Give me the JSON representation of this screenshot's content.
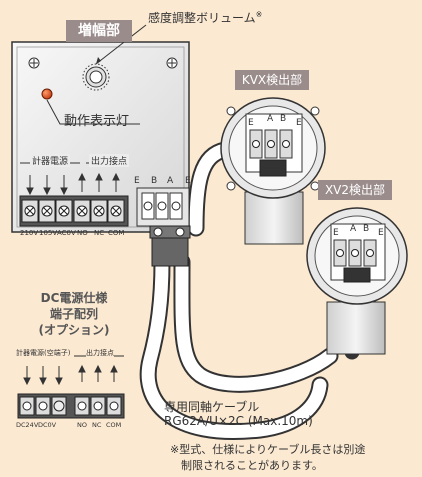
{
  "labels": {
    "amplifier": "増幅部",
    "sensitivity_volume": "感度調整ボリューム",
    "sensitivity_mark": "※",
    "operation_lamp": "動作表示灯",
    "instrument_power": "計器電源",
    "output_contact": "出力接点",
    "terminals_ac": [
      "210V",
      "105V",
      "AC0V",
      "NO",
      "NC",
      "COM"
    ],
    "amp_block_terminals": [
      "E",
      "B",
      "A",
      "E"
    ],
    "kvx_detector": "KVX検出部",
    "kvx_terminals": [
      "E",
      "A",
      "B",
      "E"
    ],
    "xv2_detector": "XV2検出部",
    "xv2_terminals": [
      "E",
      "A",
      "B",
      "E"
    ],
    "dc_title": [
      "DC電源仕様",
      "端子配列",
      "(オプション)"
    ],
    "dc_power": "計器電源(空端子)",
    "dc_output": "出力接点",
    "terminals_dc": [
      "DC24V",
      "DC0V",
      "NO",
      "NC",
      "COM"
    ],
    "cable_title": "専用同軸ケーブル",
    "cable_model": "RG62A/U×2C (Max.10m)",
    "note_line1": "※型式、仕様によりケーブル長さは別途",
    "note_line2": "制限されることがあります。"
  },
  "colors": {
    "background": "#fbe9d2",
    "badge": "#9b8c8c",
    "cable": "#ffffff",
    "panel": "#ececec",
    "lamp": "#d84a1a"
  }
}
